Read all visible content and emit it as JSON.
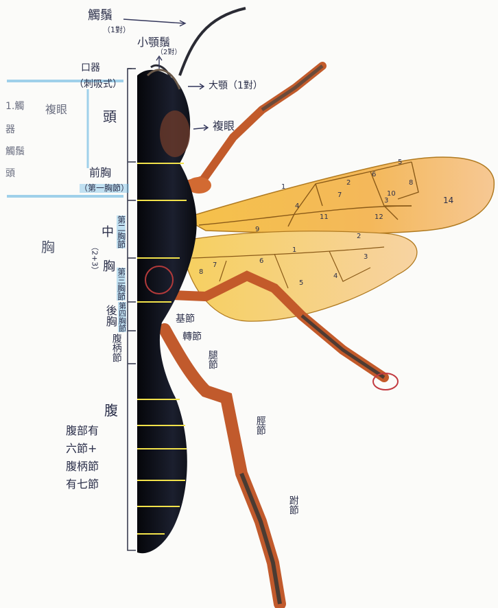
{
  "labels": {
    "antenna": "觸鬚",
    "antenna_count": "（1對）",
    "maxillary_palp": "小顎鬚",
    "maxillary_palp_count": "（2對）",
    "mouthparts": "口器",
    "mouthparts_type": "（刺吸式）",
    "mandible": "大顎（1對）",
    "compound_eye": "複眼",
    "head": "頭",
    "left_block_1": "1.觸",
    "left_block_2": "器",
    "left_block_3": "觸鬚",
    "left_block_4": "頭",
    "left_compound_eye": "複眼",
    "prothorax": "前胸",
    "prothorax_note": "（第一胸節）",
    "thorax_side": "胸",
    "mesothorax": "中",
    "mesothorax_note": "（2+3）",
    "mesothorax_label": "胸",
    "segment_2": "第二胸節",
    "segment_3": "第三胸節",
    "metathorax": "後胸",
    "segment_4": "第四胸節",
    "petiole": "腹柄節",
    "abdomen": "腹",
    "abdomen_note_1": "腹部有",
    "abdomen_note_2": "六節+",
    "abdomen_note_3": "腹柄節",
    "abdomen_note_4": "有七節",
    "coxa": "基節",
    "trochanter": "轉節",
    "femur": "腿節",
    "tibia": "脛節",
    "tarsus": "跗節"
  },
  "wing_numbers": [
    "1",
    "2",
    "3",
    "4",
    "5",
    "6",
    "7",
    "8",
    "9",
    "10",
    "11",
    "12",
    "14"
  ],
  "hindwing_numbers": [
    "1",
    "2",
    "3",
    "4",
    "5",
    "6",
    "7",
    "8"
  ],
  "colors": {
    "ink": "#2b2f4a",
    "body": "#0e1016",
    "leg": "#c4592a",
    "wing": "#f0b640",
    "highlight": "#8fc7e6",
    "segment_line": "#f2e24a"
  }
}
